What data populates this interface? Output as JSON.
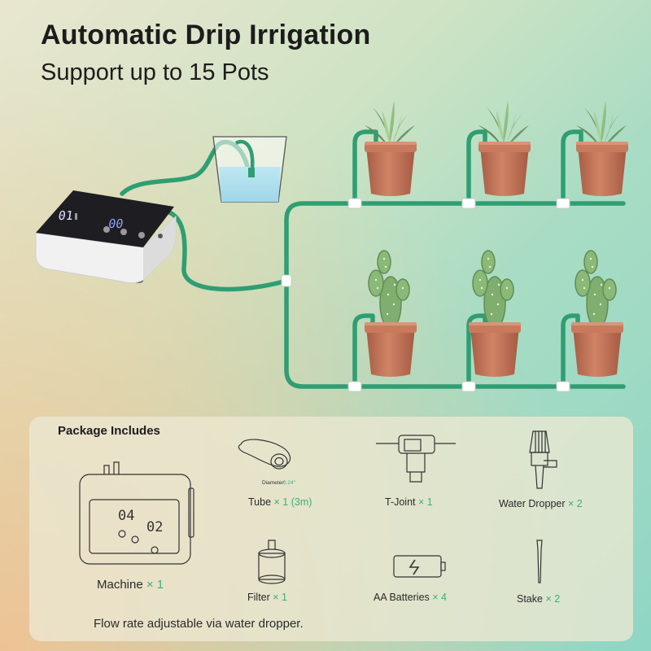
{
  "header": {
    "title": "Automatic Drip Irrigation",
    "subtitle": "Support up to 15 Pots"
  },
  "device": {
    "display_left": "01",
    "display_right": "00"
  },
  "package": {
    "title": "Package Includes",
    "machine": {
      "name": "Machine",
      "qty": "× 1",
      "display_left": "04",
      "display_right": "02"
    },
    "tube": {
      "name": "Tube",
      "qty": "× 1 (3m)",
      "diameter_label": "Diameter:",
      "diameter_value": "0.24\""
    },
    "tjoint": {
      "name": "T-Joint",
      "qty": "× 1"
    },
    "dropper": {
      "name": "Water Dropper",
      "qty": "× 2"
    },
    "filter": {
      "name": "Filter",
      "qty": "× 1"
    },
    "batteries": {
      "name": "AA Batteries",
      "qty": "× 4"
    },
    "stake": {
      "name": "Stake",
      "qty": "× 2"
    },
    "note": "Flow rate adjustable via water dropper."
  },
  "colors": {
    "tube": "#2f9e73",
    "pot": "#c8765a",
    "qty_green": "#3bb07a"
  }
}
